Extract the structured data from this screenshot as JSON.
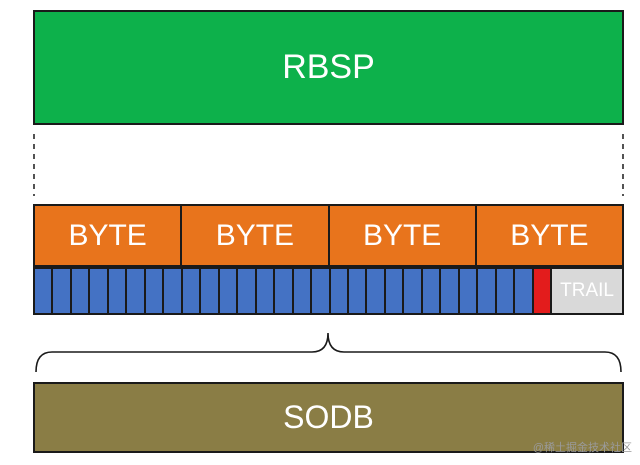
{
  "colors": {
    "rbsp": "#0db14b",
    "byte": "#e8741c",
    "bit": "#4472c4",
    "stop_bit": "#e31c1c",
    "trail": "#d9d9d9",
    "sodb": "#8a7d45",
    "outline": "#1a1a1a"
  },
  "rbsp": {
    "label": "RBSP"
  },
  "bytes": [
    {
      "label": "BYTE"
    },
    {
      "label": "BYTE"
    },
    {
      "label": "BYTE"
    },
    {
      "label": "BYTE"
    }
  ],
  "bits": {
    "data_bit_count": 27,
    "stop_bit_count": 1
  },
  "trail": {
    "label": "TRAIL"
  },
  "sodb": {
    "label": "SODB"
  },
  "watermark": {
    "text": "@稀土掘金技术社区"
  }
}
